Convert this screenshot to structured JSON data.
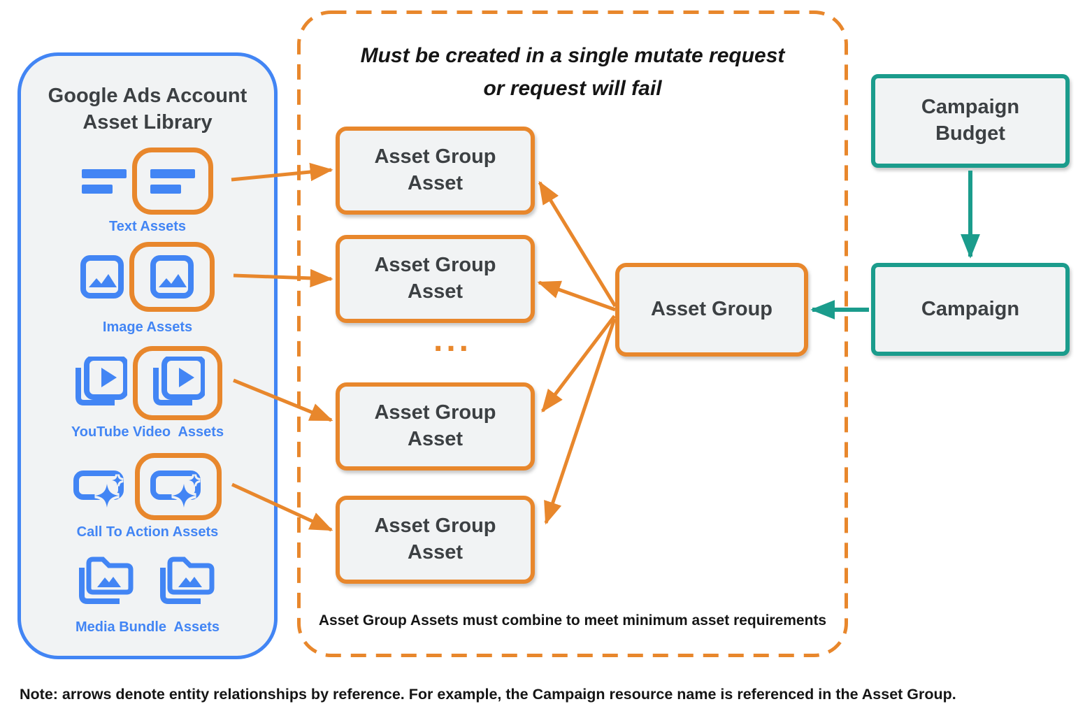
{
  "colors": {
    "blue": "#4285F4",
    "orange": "#E8872C",
    "teal": "#1B9C8C",
    "node_fill": "#F1F3F4",
    "dark_text": "#3C4043"
  },
  "library": {
    "title": "Google Ads Account\nAsset Library",
    "items": [
      {
        "label": "Text Assets"
      },
      {
        "label": "Image Assets"
      },
      {
        "label": "YouTube Video  Assets"
      },
      {
        "label": "Call To Action Assets"
      },
      {
        "label": "Media Bundle  Assets"
      }
    ]
  },
  "mutate_group": {
    "title": "Must be created in a single mutate request\nor request will fail",
    "asset_group_assets": [
      "Asset Group\nAsset",
      "Asset Group\nAsset",
      "Asset Group\nAsset",
      "Asset Group\nAsset"
    ],
    "ellipsis": "...",
    "asset_group": "Asset Group",
    "caption": "Asset Group Assets must combine to meet minimum asset requirements"
  },
  "campaign_section": {
    "campaign_budget": "Campaign\nBudget",
    "campaign": "Campaign"
  },
  "note": "Note: arrows denote entity relationships by reference. For example, the Campaign resource name is referenced in the Asset Group."
}
